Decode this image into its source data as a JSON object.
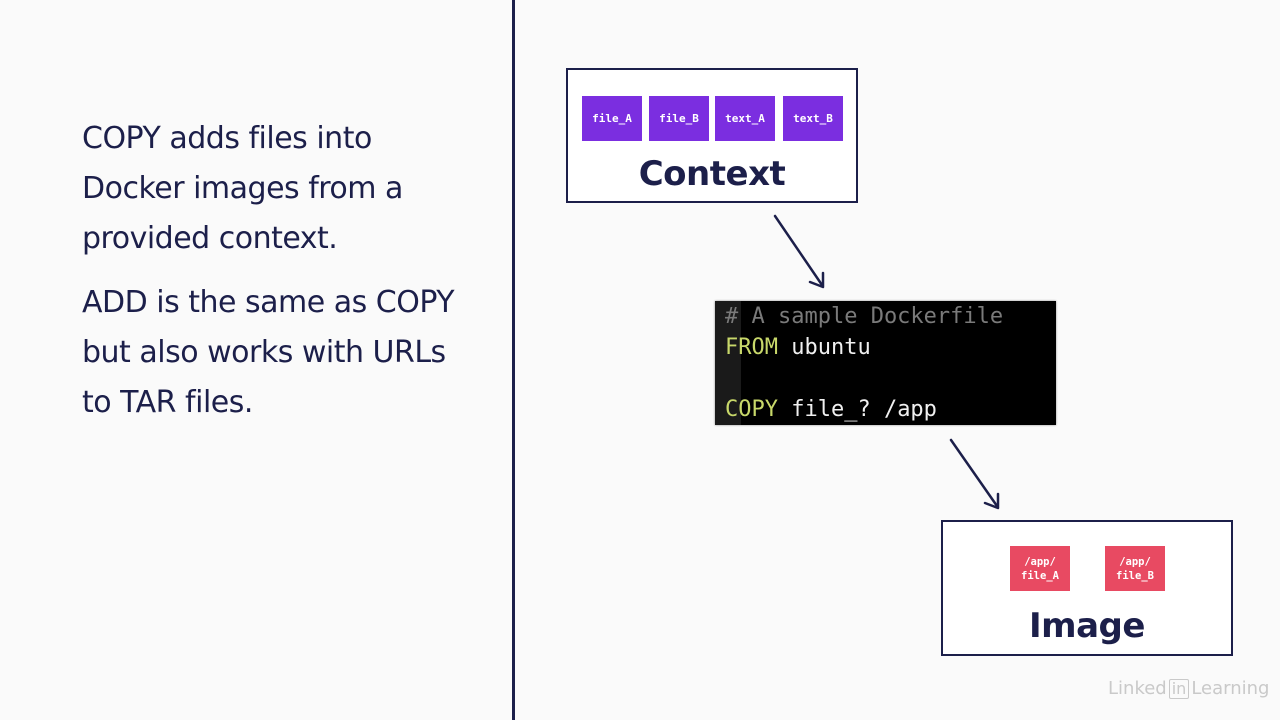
{
  "left_text": {
    "paragraph_1": "COPY adds files into Docker images from a provided context.",
    "paragraph_2": "ADD is the same as COPY but also works with URLs to TAR files."
  },
  "context": {
    "title": "Context",
    "files": [
      "file_A",
      "file_B",
      "text_A",
      "text_B"
    ],
    "chip_color": "#7b2ee0"
  },
  "dockerfile": {
    "comment": "# A sample Dockerfile",
    "from_keyword": "FROM",
    "from_value": " ubuntu",
    "copy_keyword": "COPY",
    "copy_value": " file_? /app",
    "keyword_color": "#c8d86a"
  },
  "image": {
    "title": "Image",
    "files": [
      {
        "line1": "/app/",
        "line2": "file_A"
      },
      {
        "line1": "/app/",
        "line2": "file_B"
      }
    ],
    "chip_color": "#e84a62"
  },
  "branding": {
    "logo_prefix": "Linked",
    "logo_in": "in",
    "logo_suffix": "Learning"
  }
}
